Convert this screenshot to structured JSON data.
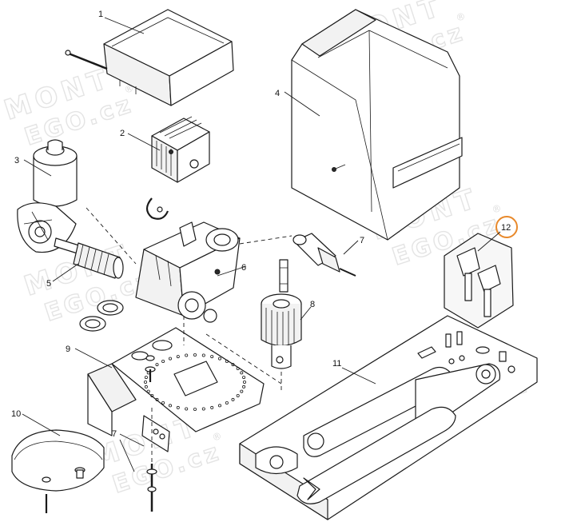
{
  "watermark": {
    "line1": "MONT",
    "line2": "EGO.cz",
    "mark": "®"
  },
  "callouts": [
    "1",
    "2",
    "3",
    "4",
    "5",
    "6",
    "7",
    "8",
    "9",
    "10",
    "11",
    "7",
    "12"
  ],
  "highlight_color": "#e8892b"
}
